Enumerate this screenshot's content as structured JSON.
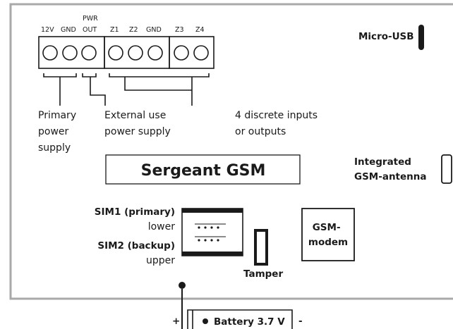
{
  "terminals": [
    "12V",
    "GND",
    "PWR",
    "OUT",
    "Z1",
    "Z2",
    "GND",
    "Z3",
    "Z4"
  ],
  "labels": {
    "micro_usb": "Micro-USB",
    "primary_power": [
      "Primary",
      "power",
      "supply"
    ],
    "external_power": [
      "External use",
      "power supply"
    ],
    "discrete_io": [
      "4 discrete inputs",
      "or outputs"
    ],
    "device_name": "Sergeant GSM",
    "antenna": [
      "Integrated",
      "GSM-antenna"
    ],
    "sim1": [
      "SIM1 (primary)",
      "lower"
    ],
    "sim2": [
      "SIM2 (backup)",
      "upper"
    ],
    "tamper": "Tamper",
    "gsm_modem": [
      "GSM-",
      "modem"
    ],
    "battery": "Battery 3.7 V",
    "plus": "+",
    "minus": "-"
  }
}
